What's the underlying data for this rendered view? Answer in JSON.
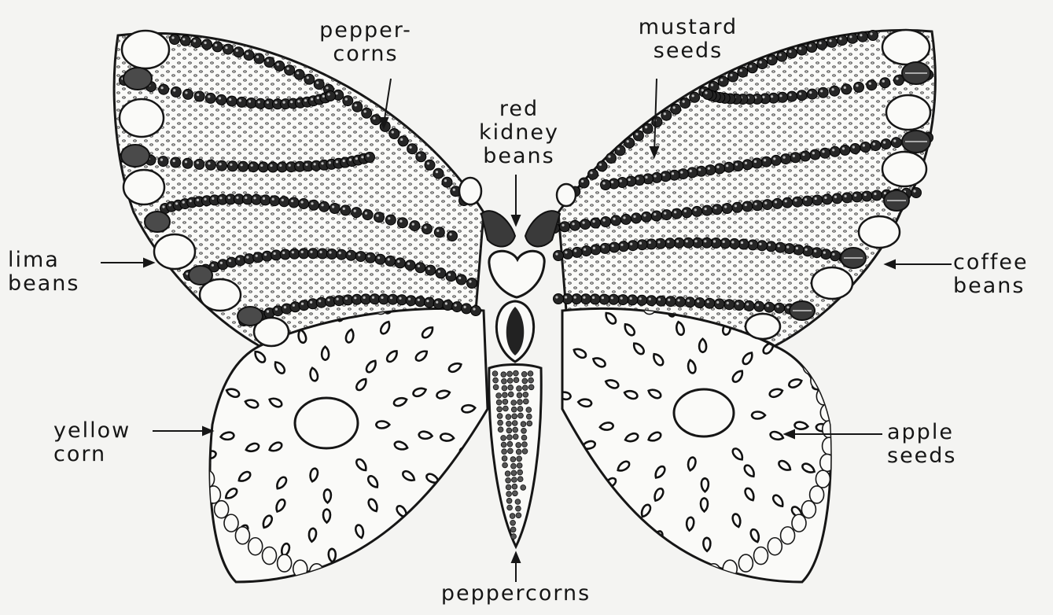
{
  "labels": {
    "peppercorns_top": [
      "pepper-",
      "corns"
    ],
    "mustard_seeds": [
      "mustard",
      "seeds"
    ],
    "red_kidney_beans": [
      "red",
      "kidney",
      "beans"
    ],
    "lima_beans": [
      "lima",
      "beans"
    ],
    "coffee_beans": [
      "coffee",
      "beans"
    ],
    "yellow_corn": [
      "yellow",
      "corn"
    ],
    "apple_seeds": [
      "apple",
      "seeds"
    ],
    "peppercorns_bottom": "peppercorns"
  },
  "colors": {
    "ink": "#161616",
    "paper": "#f4f4f2",
    "wing_fill": "#fafaf8"
  }
}
